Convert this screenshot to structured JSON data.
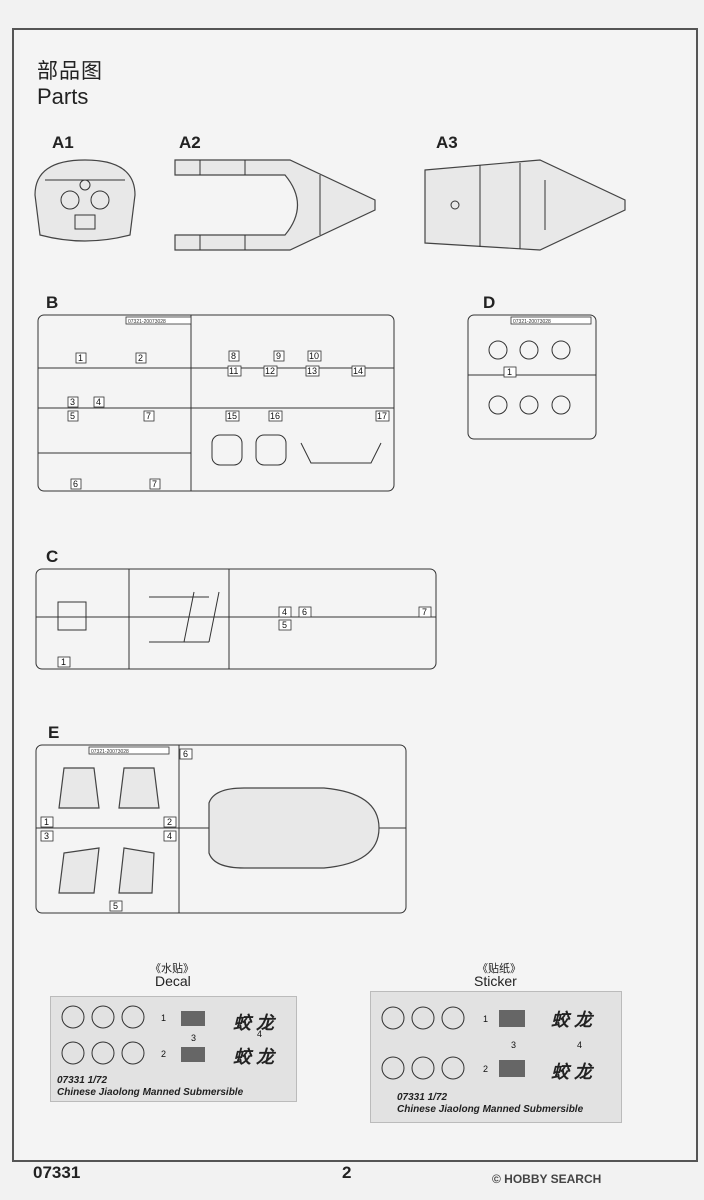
{
  "heading": {
    "cn": "部品图",
    "en": "Parts"
  },
  "parts": {
    "a1": "A1",
    "a2": "A2",
    "a3": "A3",
    "b": "B",
    "c": "C",
    "d": "D",
    "e": "E",
    "sprue_code": "07321-20073028"
  },
  "sprue_b_numbers": [
    "1",
    "2",
    "3",
    "4",
    "5",
    "6",
    "7",
    "7",
    "8",
    "9",
    "10",
    "11",
    "12",
    "13",
    "14",
    "15",
    "16",
    "17"
  ],
  "sprue_c_numbers": [
    "1",
    "4",
    "5",
    "6",
    "7"
  ],
  "sprue_d_numbers": [
    "1"
  ],
  "sprue_e_numbers": [
    "1",
    "2",
    "3",
    "4",
    "5",
    "6"
  ],
  "decal": {
    "title_cn": "《水贴》",
    "title_en": "Decal",
    "nums": [
      "1",
      "2",
      "3",
      "4"
    ],
    "chars": "蛟 龙",
    "caption_line1": "07331 1/72",
    "caption_line2": "Chinese Jiaolong Manned Submersible"
  },
  "sticker": {
    "title_cn": "《贴纸》",
    "title_en": "Sticker",
    "nums": [
      "1",
      "2",
      "3",
      "4"
    ],
    "chars": "蛟 龙",
    "caption_line1": "07331 1/72",
    "caption_line2": "Chinese Jiaolong Manned Submersible"
  },
  "footer": {
    "code": "07331",
    "page": "2"
  },
  "watermark": "© HOBBY SEARCH"
}
